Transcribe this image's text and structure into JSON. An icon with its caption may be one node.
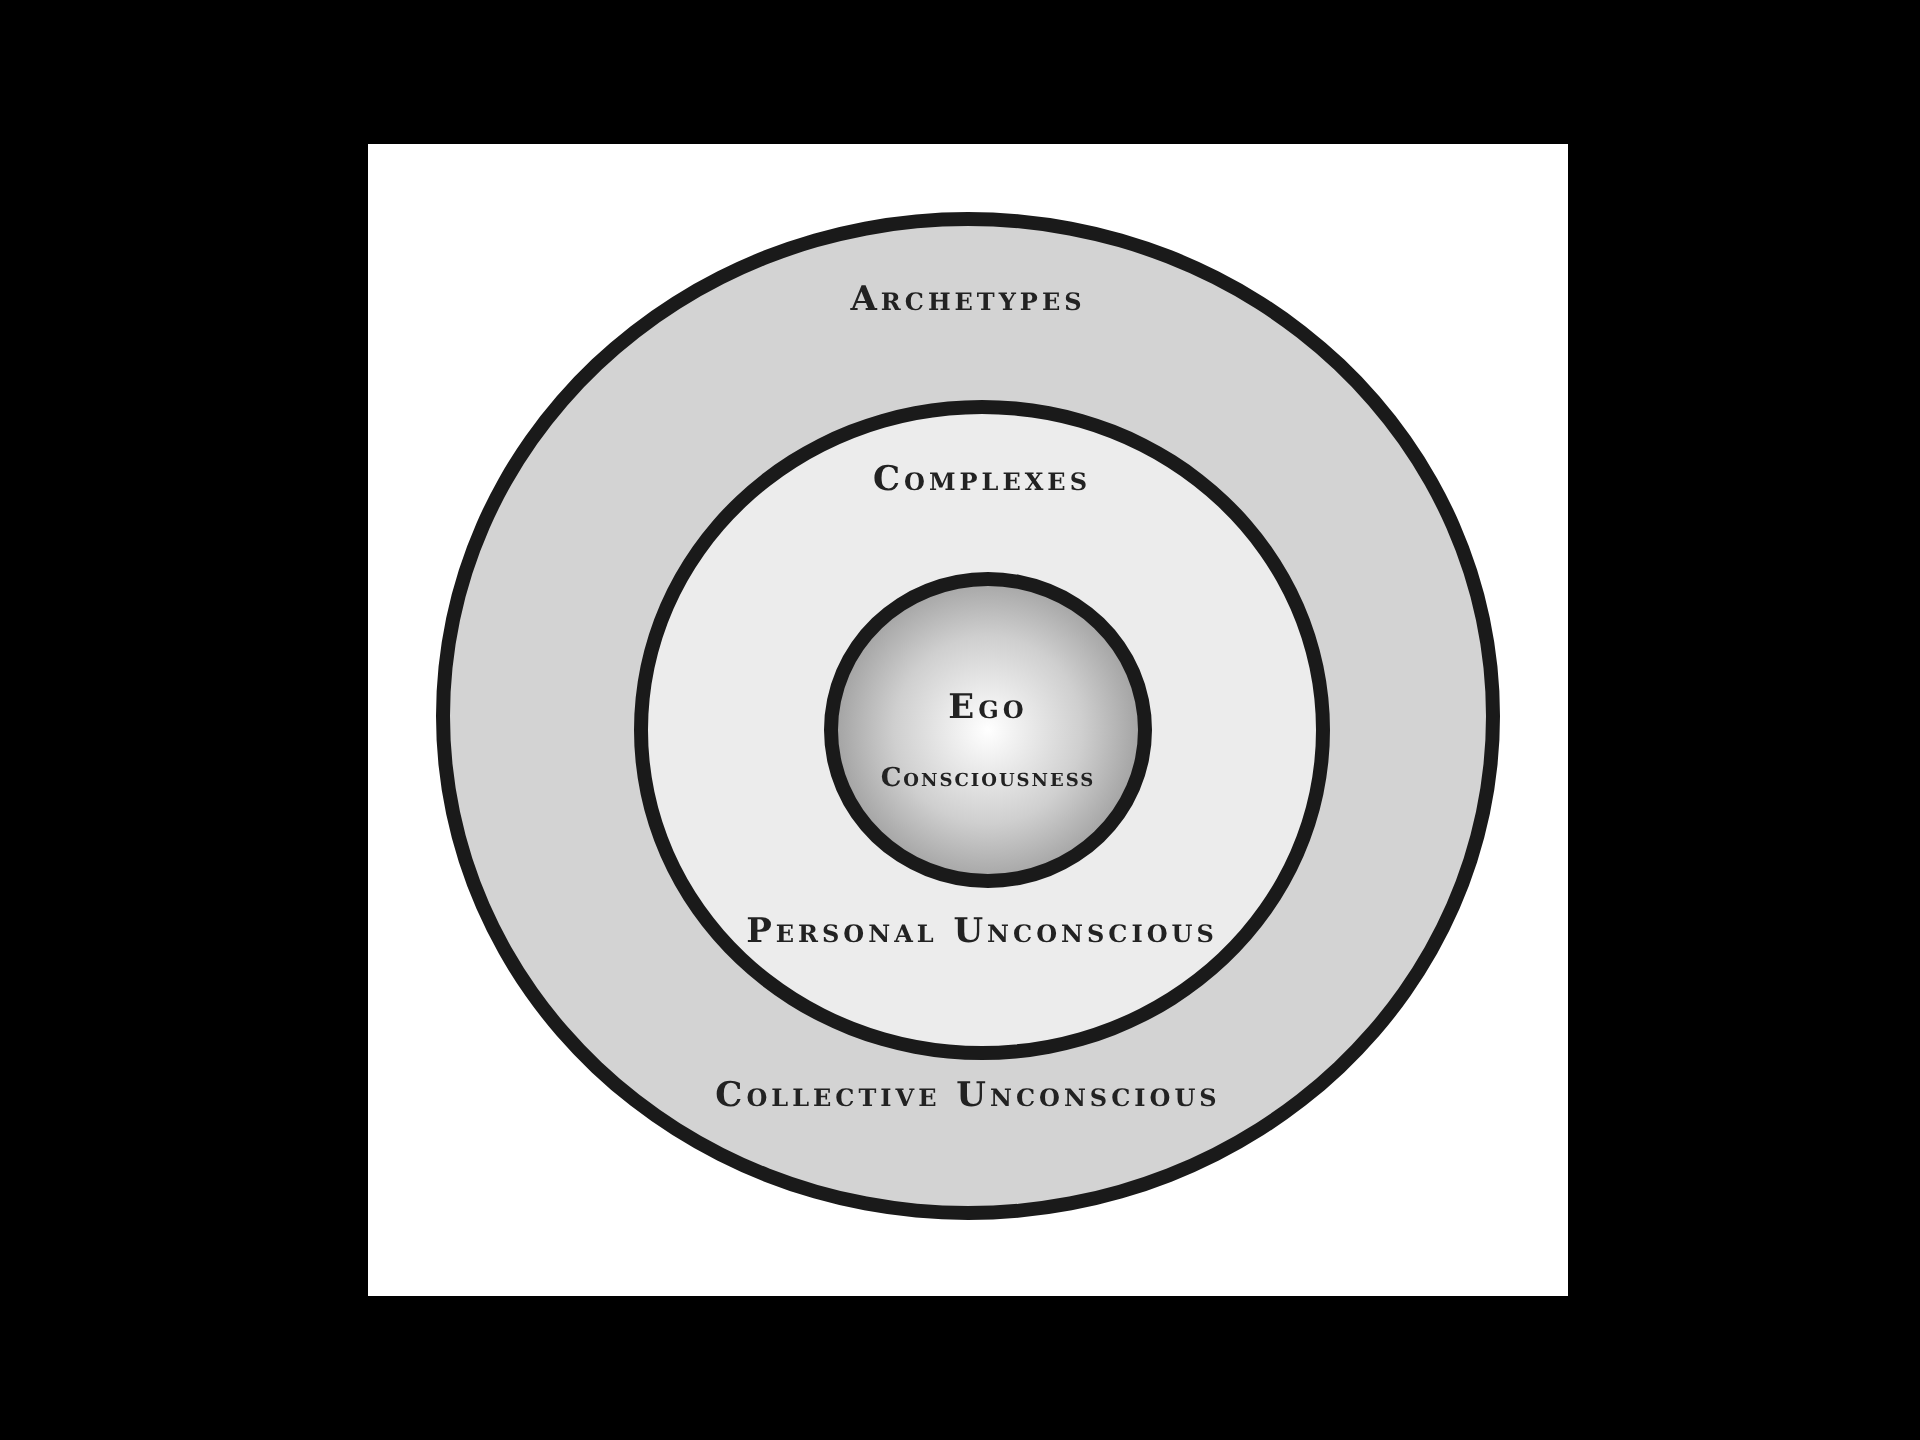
{
  "diagram": {
    "nodes": [
      {
        "text": [
          "Archetypes",
          "Collective Unconscious"
        ]
      },
      {
        "text": [
          "Complexes",
          "Personal Unconscious"
        ],
        "in": 0
      },
      {
        "text": [
          "Ego",
          "Consciousness"
        ],
        "in": 1
      }
    ]
  }
}
